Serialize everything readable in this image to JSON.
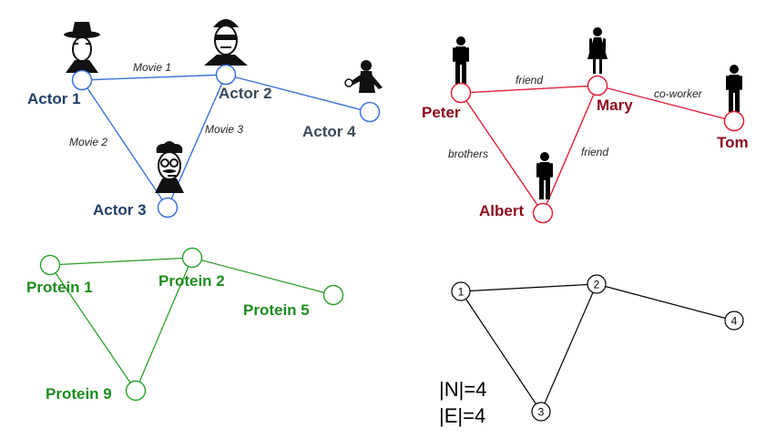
{
  "actors": {
    "color": "#1f4e79",
    "edge_color": "#3b73d6",
    "node_labels": [
      "Actor 1",
      "Actor 2",
      "Actor 3",
      "Actor 4"
    ],
    "edge_labels": [
      "Movie 1",
      "Movie 2",
      "Movie 3"
    ],
    "icons": [
      "actor-face-fedora-icon",
      "actor-face-sunglasses-icon",
      "actor-face-glasses-mustache-icon",
      "actor-fighter-icon"
    ]
  },
  "social": {
    "color": "#8b0a1e",
    "edge_color": "#e0203a",
    "node_labels": [
      "Peter",
      "Mary",
      "Tom",
      "Albert"
    ],
    "edge_labels": [
      "friend",
      "co-worker",
      "brothers",
      "friend"
    ],
    "icons": [
      "man-icon",
      "woman-icon",
      "man-icon",
      "man-icon"
    ]
  },
  "proteins": {
    "color": "#1e8c1e",
    "node_labels": [
      "Protein 1",
      "Protein 2",
      "Protein 5",
      "Protein 9"
    ]
  },
  "abstract": {
    "node_labels": [
      "1",
      "2",
      "3",
      "4"
    ],
    "stats": [
      "|N|=4",
      "|E|=4"
    ]
  }
}
